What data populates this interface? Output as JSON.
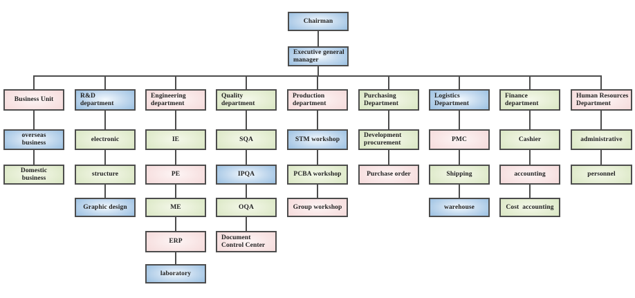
{
  "colors": {
    "blue": "#9cc1e2",
    "blue_highlight": "#f3f9fe",
    "pink": "#f5dbdb",
    "pink_highlight": "#fdf5f5",
    "green": "#dae7c4",
    "green_highlight": "#f4f8ea",
    "border": "#4c4c4c",
    "line": "#4c4c4c",
    "text": "#222222",
    "background": "#ffffff"
  },
  "nodes": {
    "chairman": {
      "label": "Chairman",
      "color": "blue"
    },
    "executive": {
      "label": "Executive general\nmanager",
      "color": "blue"
    }
  },
  "departments": [
    {
      "label": "Business Unit",
      "color": "pink",
      "children": [
        {
          "label": "overseas\nbusiness",
          "color": "blue"
        },
        {
          "label": "Domestic\nbusiness",
          "color": "green"
        }
      ]
    },
    {
      "label": "R&D\ndepartment",
      "color": "blue",
      "children": [
        {
          "label": "electronic",
          "color": "green"
        },
        {
          "label": "structure",
          "color": "green"
        },
        {
          "label": "Graphic design",
          "color": "blue"
        }
      ]
    },
    {
      "label": "Engineering\ndepartment",
      "color": "pink",
      "children": [
        {
          "label": "IE",
          "color": "green"
        },
        {
          "label": "PE",
          "color": "pink"
        },
        {
          "label": "ME",
          "color": "green"
        },
        {
          "label": "ERP",
          "color": "pink"
        },
        {
          "label": "laboratory",
          "color": "blue"
        }
      ]
    },
    {
      "label": "Quality\ndepartment",
      "color": "green",
      "children": [
        {
          "label": "SQA",
          "color": "green"
        },
        {
          "label": "IPQA",
          "color": "blue"
        },
        {
          "label": "OQA",
          "color": "green"
        },
        {
          "label": "Document\nControl Center",
          "color": "pink"
        }
      ]
    },
    {
      "label": "Production\ndepartment",
      "color": "pink",
      "children": [
        {
          "label": "STM workshop",
          "color": "blue"
        },
        {
          "label": "PCBA workshop",
          "color": "green"
        },
        {
          "label": "Group workshop",
          "color": "pink"
        }
      ]
    },
    {
      "label": "Purchasing\nDepartment",
      "color": "green",
      "children": [
        {
          "label": "Development\nprocurement",
          "color": "green"
        },
        {
          "label": "Purchase order",
          "color": "pink"
        }
      ]
    },
    {
      "label": "Logistics\nDepartment",
      "color": "blue",
      "children": [
        {
          "label": "PMC",
          "color": "pink"
        },
        {
          "label": "Shipping",
          "color": "green"
        },
        {
          "label": "warehouse",
          "color": "blue"
        }
      ]
    },
    {
      "label": "Finance\ndepartment",
      "color": "green",
      "children": [
        {
          "label": "Cashier",
          "color": "green"
        },
        {
          "label": "accounting",
          "color": "pink"
        },
        {
          "label": "Cost  accounting",
          "color": "green"
        }
      ]
    },
    {
      "label": "Human Resources\nDepartment",
      "color": "pink",
      "children": [
        {
          "label": "administrative",
          "color": "green"
        },
        {
          "label": "personnel",
          "color": "green"
        }
      ]
    }
  ]
}
